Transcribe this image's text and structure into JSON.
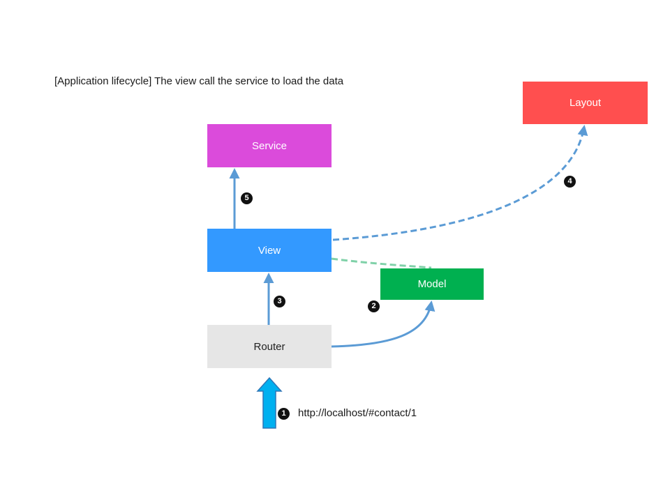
{
  "title": "[Application lifecycle] The view call the service to load the data",
  "nodes": {
    "service": {
      "label": "Service",
      "color": "#DB4BDB"
    },
    "view": {
      "label": "View",
      "color": "#3399FF"
    },
    "router": {
      "label": "Router",
      "color": "#E6E6E6"
    },
    "model": {
      "label": "Model",
      "color": "#00B050"
    },
    "layout": {
      "label": "Layout",
      "color": "#FF4F4F"
    }
  },
  "steps": [
    "1",
    "2",
    "3",
    "4",
    "5"
  ],
  "url": "http://localhost/#contact/1",
  "colors": {
    "edge": "#5B9BD5",
    "dashed_model": "#7FD1A8",
    "entry_arrow": "#00B0F0",
    "step_badge": "#111111",
    "node_text_light": "#FFFFFF",
    "node_text_dark": "#222222"
  }
}
